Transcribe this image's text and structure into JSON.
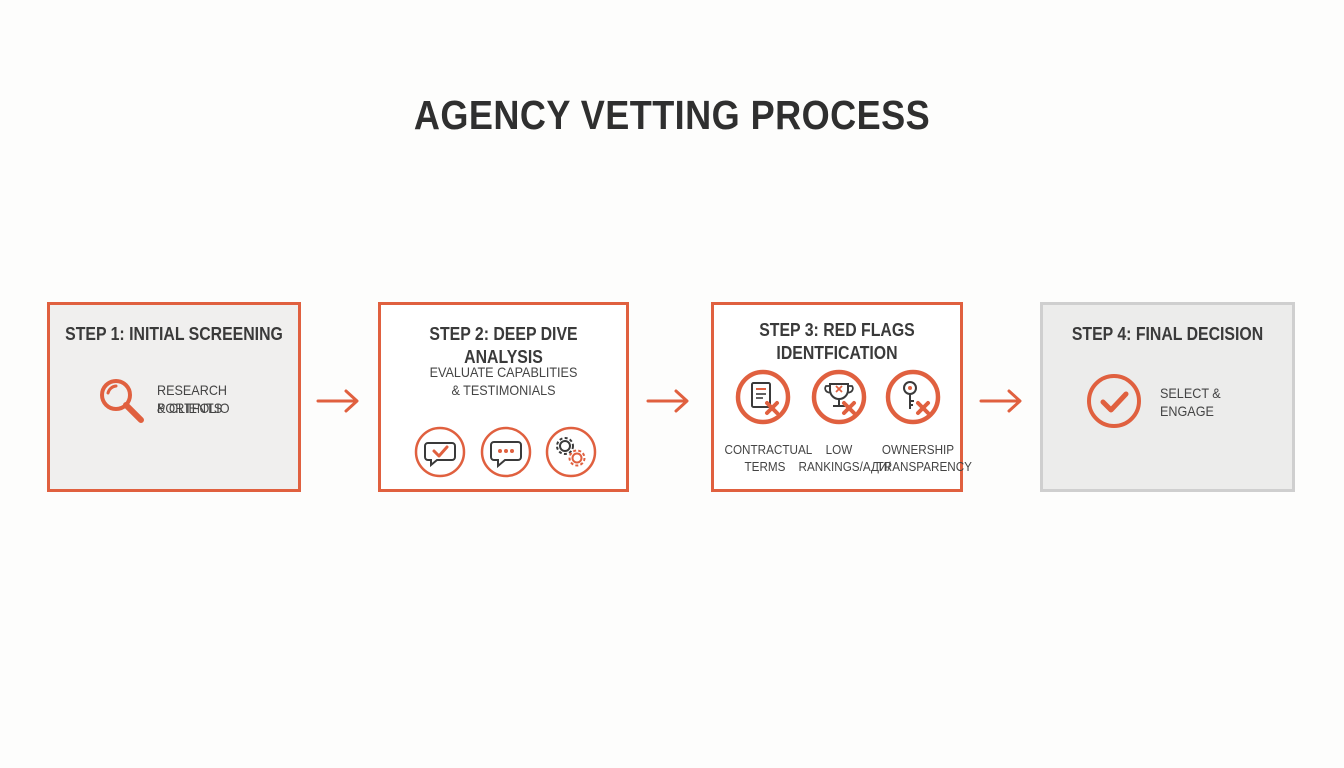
{
  "title": "AGENCY VETTING PROCESS",
  "colors": {
    "accent": "#e0603f",
    "text": "#333333",
    "box_bg": "#f0efee",
    "final_border": "#cfcfcf"
  },
  "steps": [
    {
      "title": "STEP 1: INITIAL SCREENING",
      "text_line1": "RESEARCH PORTFOLIO",
      "text_line2": "& CLIENTS",
      "icon": "magnifier-icon"
    },
    {
      "title": "STEP 2: DEEP DIVE ANALYSIS",
      "text_line1": "EVALUATE CAPABLITIES",
      "text_line2": "& TESTIMONIALS",
      "icons": [
        "check-chat-icon",
        "chat-bubble-icon",
        "gears-icon"
      ]
    },
    {
      "title_line1": "STEP 3: RED FLAGS",
      "title_line2": "IDENTFICATION",
      "flags": [
        {
          "icon": "contract-x-icon",
          "line1": "CONTRACTUAL",
          "line2": "TERMS"
        },
        {
          "icon": "trophy-x-icon",
          "line1": "LOW",
          "line2": "RANKINGS/АДИ/"
        },
        {
          "icon": "key-x-icon",
          "line1": "OWNERSHIP",
          "line2": "TRANSPARENCY"
        }
      ]
    },
    {
      "title": "STEP 4: FINAL DECISION",
      "text_line1": "SELECT &",
      "text_line2": "ENGAGE",
      "icon": "checkmark-circle-icon"
    }
  ]
}
